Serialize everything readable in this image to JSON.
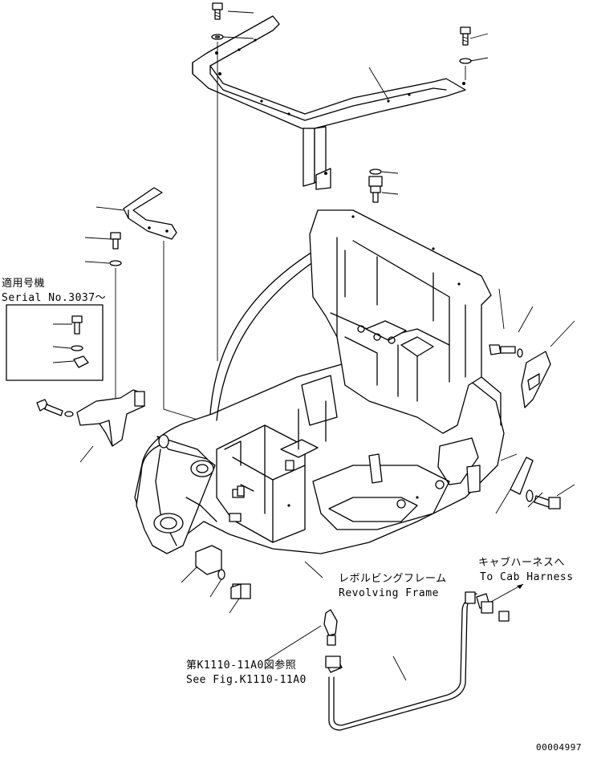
{
  "labels": {
    "serial_jp": "適用号機",
    "serial_en": "Serial No.3037～",
    "cab_jp": "キャブハーネスへ",
    "cab_en": "To Cab Harness",
    "frame_jp": "レボルビングフレーム",
    "frame_en": "Revolving Frame",
    "ref_jp": "第K1110-11A0図参照",
    "ref_en": "See Fig.K1110-11A0",
    "drawing_no": "00004997"
  }
}
